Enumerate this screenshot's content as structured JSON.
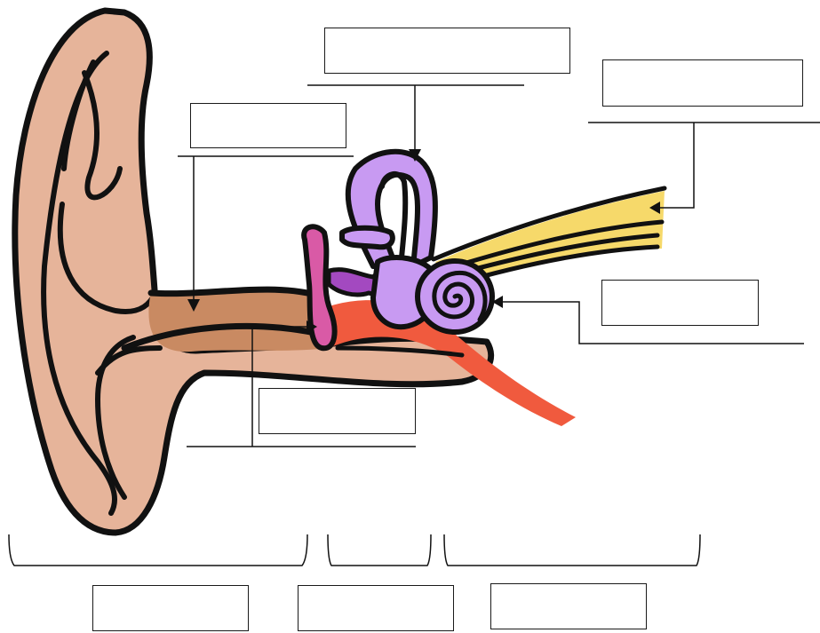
{
  "diagram": {
    "structures": [
      {
        "name": "outer-ear-pinna",
        "color": "#e6b49a"
      },
      {
        "name": "ear-canal",
        "color": "#c98a62"
      },
      {
        "name": "eardrum",
        "color": "#c02a7a"
      },
      {
        "name": "ossicles",
        "color": "#e48fd0"
      },
      {
        "name": "semicircular-canals",
        "color": "#c89af2"
      },
      {
        "name": "cochlea",
        "color": "#c89af2"
      },
      {
        "name": "auditory-nerve",
        "color": "#f6d96a"
      },
      {
        "name": "eustachian-tube",
        "color": "#f05a3e"
      }
    ],
    "labels": [
      {
        "id": "semicircular-canals-label",
        "text": ""
      },
      {
        "id": "auditory-nerve-label",
        "text": ""
      },
      {
        "id": "ear-canal-label",
        "text": ""
      },
      {
        "id": "cochlea-label",
        "text": ""
      },
      {
        "id": "eardrum-label",
        "text": ""
      },
      {
        "id": "outer-ear-label",
        "text": ""
      },
      {
        "id": "middle-ear-label",
        "text": ""
      },
      {
        "id": "inner-ear-label",
        "text": ""
      }
    ]
  }
}
